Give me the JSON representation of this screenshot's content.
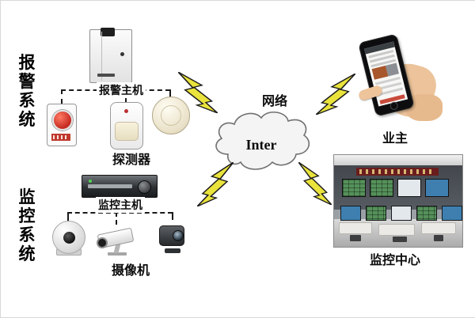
{
  "alarm_section": {
    "system_label": "报警系统",
    "host_label": "报警主机",
    "detectors_label": "探测器"
  },
  "surveillance_section": {
    "system_label": "监控系统",
    "host_label": "监控主机",
    "cameras_label": "摄像机"
  },
  "network": {
    "label": "网络",
    "cloud_text": "Inter"
  },
  "remote": {
    "owner_label": "业主",
    "monitoring_center_label": "监控中心"
  },
  "colors": {
    "lightning_fill": "#eae33c",
    "lightning_outline": "#1c1c1c",
    "cloud_fill": "#f4f4f4",
    "cloud_outline": "#707070",
    "dash_line": "#1a1a1a",
    "emergency_button_red": "#c62b22",
    "screen_green": "#55915a",
    "screen_blue": "#3e7fb0",
    "banner_red": "#6b1d1d",
    "hand_skin": "#e9bd93"
  }
}
